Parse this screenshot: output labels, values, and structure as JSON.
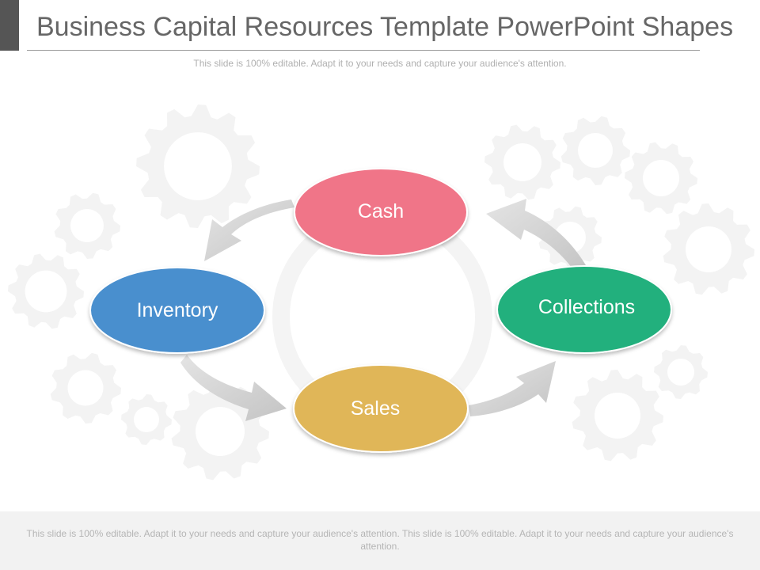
{
  "header": {
    "title": "Business Capital Resources Template PowerPoint Shapes",
    "subtitle": "This slide is 100% editable. Adapt it to your needs and capture your audience's attention."
  },
  "diagram": {
    "nodes": [
      {
        "id": "cash",
        "label": "Cash",
        "color": "#f07588"
      },
      {
        "id": "inventory",
        "label": "Inventory",
        "color": "#4a8fce"
      },
      {
        "id": "sales",
        "label": "Sales",
        "color": "#e0b658"
      },
      {
        "id": "collections",
        "label": "Collections",
        "color": "#22b07d"
      }
    ],
    "flow": [
      "cash",
      "inventory",
      "sales",
      "collections",
      "cash"
    ],
    "arrow_color": "#d2d2d2",
    "gear_color": "#f3f3f3"
  },
  "footer": {
    "text": "This slide is 100% editable. Adapt it to your needs and capture your audience's attention. This slide is 100% editable. Adapt it to your needs and capture your audience's attention."
  }
}
